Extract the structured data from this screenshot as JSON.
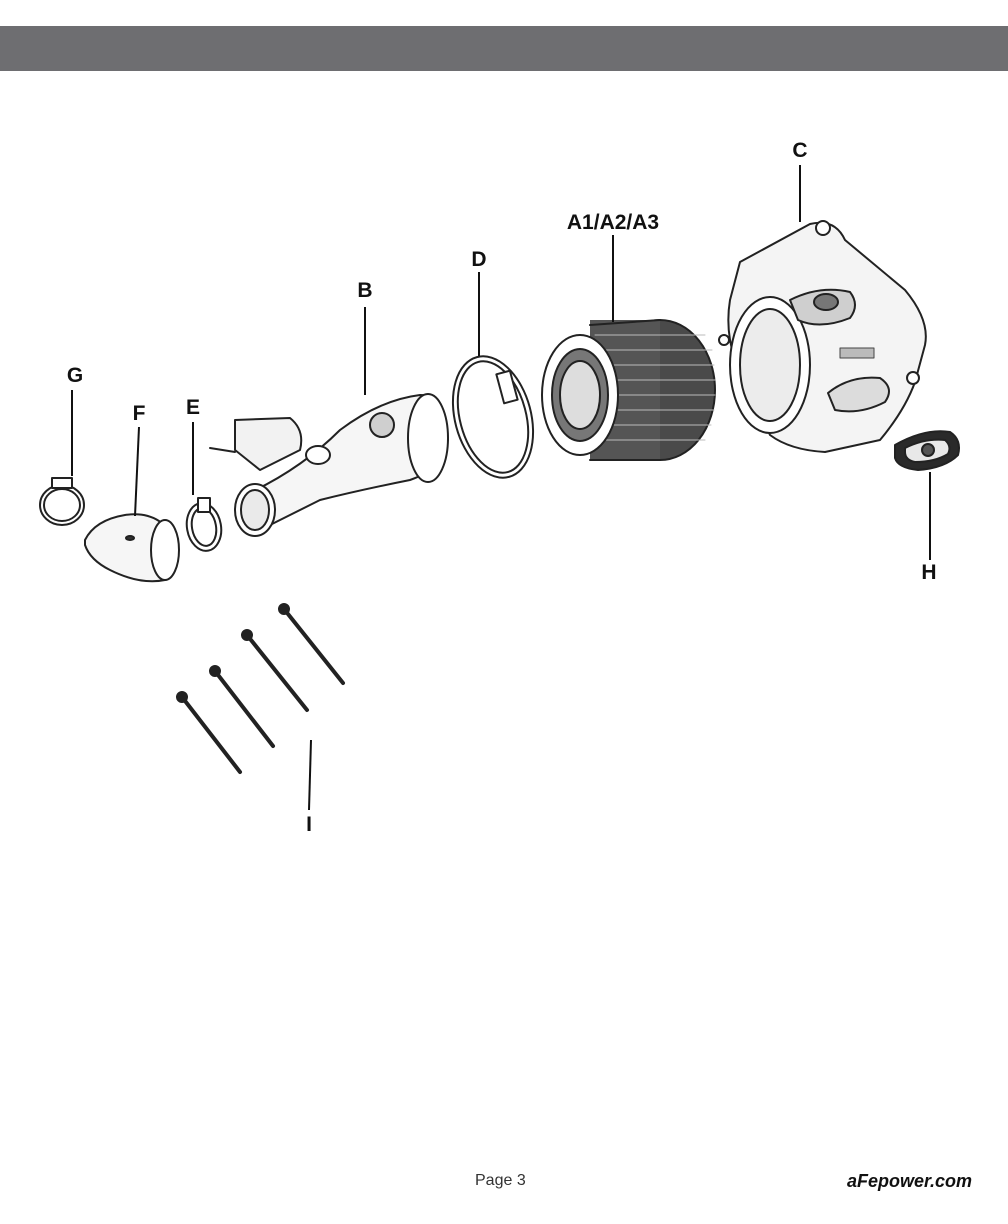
{
  "header": {
    "color": "#6e6e71"
  },
  "parts": {
    "a": "A1/A2/A3",
    "b": "B",
    "c": "C",
    "d": "D",
    "e": "E",
    "f": "F",
    "g": "G",
    "h": "H",
    "i": "I"
  },
  "footer": {
    "page": "Page 3",
    "site": "aFepower.com"
  }
}
